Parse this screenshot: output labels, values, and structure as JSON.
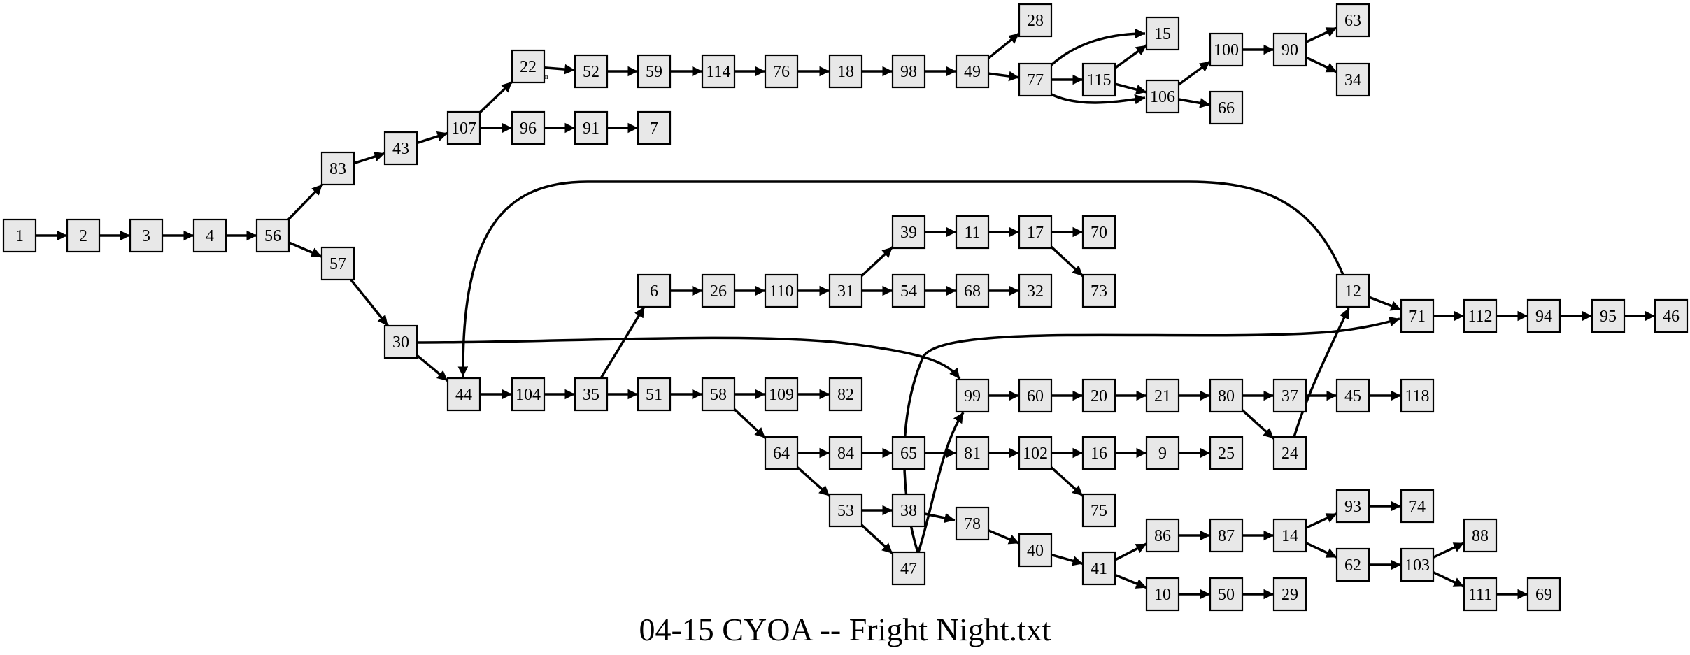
{
  "title": "04-15 CYOA -- Fright Night.txt",
  "nodes": [
    "1",
    "2",
    "3",
    "4",
    "56",
    "83",
    "57",
    "43",
    "107",
    "22",
    "96",
    "52",
    "91",
    "7",
    "59",
    "114",
    "76",
    "18",
    "98",
    "49",
    "28",
    "77",
    "115",
    "15",
    "106",
    "100",
    "90",
    "63",
    "34",
    "66",
    "30",
    "44",
    "104",
    "35",
    "6",
    "26",
    "110",
    "31",
    "39",
    "11",
    "17",
    "70",
    "73",
    "54",
    "68",
    "32",
    "51",
    "58",
    "109",
    "82",
    "64",
    "84",
    "65",
    "81",
    "53",
    "38",
    "47",
    "78",
    "40",
    "41",
    "86",
    "87",
    "14",
    "93",
    "74",
    "62",
    "103",
    "88",
    "111",
    "69",
    "10",
    "50",
    "29",
    "99",
    "60",
    "20",
    "21",
    "80",
    "37",
    "45",
    "118",
    "24",
    "12",
    "71",
    "112",
    "94",
    "95",
    "46",
    "102",
    "16",
    "9",
    "25",
    "75"
  ],
  "edges": [
    {
      "from": "1",
      "to": "2"
    },
    {
      "from": "2",
      "to": "3"
    },
    {
      "from": "3",
      "to": "4"
    },
    {
      "from": "4",
      "to": "56"
    },
    {
      "from": "56",
      "to": "83"
    },
    {
      "from": "56",
      "to": "57"
    },
    {
      "from": "83",
      "to": "43"
    },
    {
      "from": "43",
      "to": "107"
    },
    {
      "from": "107",
      "to": "22"
    },
    {
      "from": "107",
      "to": "96"
    },
    {
      "from": "96",
      "to": "91"
    },
    {
      "from": "91",
      "to": "7"
    },
    {
      "from": "22",
      "to": "52",
      "label": "correction"
    },
    {
      "from": "52",
      "to": "59"
    },
    {
      "from": "59",
      "to": "114"
    },
    {
      "from": "114",
      "to": "76"
    },
    {
      "from": "76",
      "to": "18"
    },
    {
      "from": "18",
      "to": "98"
    },
    {
      "from": "98",
      "to": "49"
    },
    {
      "from": "49",
      "to": "28"
    },
    {
      "from": "49",
      "to": "77"
    },
    {
      "from": "77",
      "to": "15"
    },
    {
      "from": "77",
      "to": "115"
    },
    {
      "from": "77",
      "to": "106"
    },
    {
      "from": "115",
      "to": "15"
    },
    {
      "from": "115",
      "to": "106"
    },
    {
      "from": "106",
      "to": "100"
    },
    {
      "from": "106",
      "to": "66"
    },
    {
      "from": "100",
      "to": "90"
    },
    {
      "from": "90",
      "to": "63"
    },
    {
      "from": "90",
      "to": "34"
    },
    {
      "from": "57",
      "to": "30"
    },
    {
      "from": "30",
      "to": "44"
    },
    {
      "from": "30",
      "to": "99"
    },
    {
      "from": "44",
      "to": "104"
    },
    {
      "from": "104",
      "to": "35"
    },
    {
      "from": "35",
      "to": "6"
    },
    {
      "from": "35",
      "to": "51"
    },
    {
      "from": "6",
      "to": "26"
    },
    {
      "from": "26",
      "to": "110"
    },
    {
      "from": "110",
      "to": "31"
    },
    {
      "from": "31",
      "to": "39"
    },
    {
      "from": "31",
      "to": "54"
    },
    {
      "from": "39",
      "to": "11"
    },
    {
      "from": "11",
      "to": "17"
    },
    {
      "from": "17",
      "to": "70"
    },
    {
      "from": "17",
      "to": "73"
    },
    {
      "from": "54",
      "to": "68"
    },
    {
      "from": "68",
      "to": "32"
    },
    {
      "from": "51",
      "to": "58"
    },
    {
      "from": "58",
      "to": "109"
    },
    {
      "from": "58",
      "to": "64"
    },
    {
      "from": "109",
      "to": "82"
    },
    {
      "from": "64",
      "to": "84"
    },
    {
      "from": "64",
      "to": "53"
    },
    {
      "from": "84",
      "to": "65"
    },
    {
      "from": "65",
      "to": "81"
    },
    {
      "from": "53",
      "to": "38"
    },
    {
      "from": "53",
      "to": "47"
    },
    {
      "from": "38",
      "to": "78"
    },
    {
      "from": "47",
      "to": "99"
    },
    {
      "from": "47",
      "to": "71"
    },
    {
      "from": "78",
      "to": "40"
    },
    {
      "from": "40",
      "to": "41"
    },
    {
      "from": "41",
      "to": "86"
    },
    {
      "from": "41",
      "to": "10"
    },
    {
      "from": "86",
      "to": "87"
    },
    {
      "from": "87",
      "to": "14"
    },
    {
      "from": "14",
      "to": "93"
    },
    {
      "from": "14",
      "to": "62"
    },
    {
      "from": "93",
      "to": "74"
    },
    {
      "from": "62",
      "to": "103"
    },
    {
      "from": "103",
      "to": "88"
    },
    {
      "from": "103",
      "to": "111"
    },
    {
      "from": "111",
      "to": "69"
    },
    {
      "from": "10",
      "to": "50"
    },
    {
      "from": "50",
      "to": "29"
    },
    {
      "from": "99",
      "to": "60"
    },
    {
      "from": "60",
      "to": "20"
    },
    {
      "from": "20",
      "to": "21"
    },
    {
      "from": "21",
      "to": "80"
    },
    {
      "from": "80",
      "to": "37"
    },
    {
      "from": "80",
      "to": "24"
    },
    {
      "from": "37",
      "to": "45"
    },
    {
      "from": "45",
      "to": "118"
    },
    {
      "from": "24",
      "to": "12"
    },
    {
      "from": "12",
      "to": "71"
    },
    {
      "from": "12",
      "to": "44"
    },
    {
      "from": "71",
      "to": "112"
    },
    {
      "from": "112",
      "to": "94"
    },
    {
      "from": "94",
      "to": "95"
    },
    {
      "from": "95",
      "to": "46"
    },
    {
      "from": "81",
      "to": "102"
    },
    {
      "from": "102",
      "to": "16"
    },
    {
      "from": "102",
      "to": "75"
    },
    {
      "from": "16",
      "to": "9"
    },
    {
      "from": "9",
      "to": "25"
    }
  ]
}
